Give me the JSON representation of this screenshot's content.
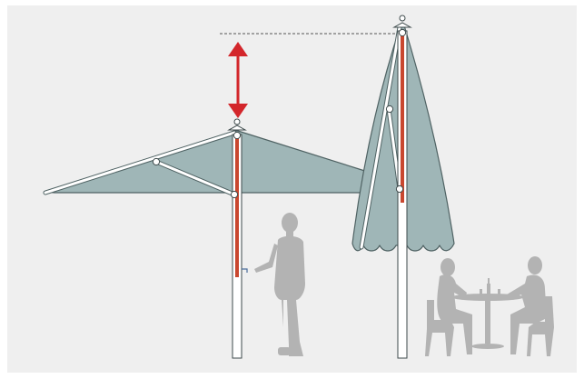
{
  "diagram": {
    "description_free": true,
    "colors": {
      "background": "#efefef",
      "canopy": "#9fb6b7",
      "canopy_outline": "#4f6263",
      "pole_fill": "#ffffff",
      "pole_outline": "#3e4a4b",
      "inner_pole": "#c9472f",
      "arrow": "#d3262b",
      "silhouette": "#b3b3b3",
      "guide_line": "#555555"
    },
    "elements": {
      "open_umbrella": {
        "state": "open"
      },
      "closed_umbrella": {
        "state": "closed"
      },
      "height_arrow": {
        "direction": "vertical-double"
      },
      "standing_person": {
        "action": "cranking"
      },
      "seated_people": {
        "count": 2
      }
    }
  }
}
